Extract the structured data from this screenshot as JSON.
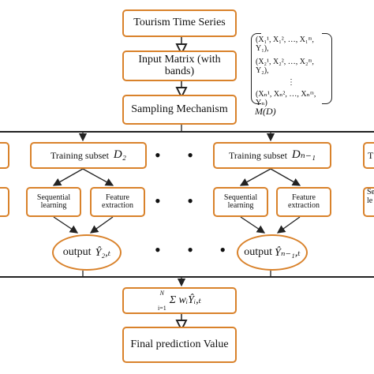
{
  "top": {
    "series": "Tourism Time Series",
    "matrix": "Input Matrix (with bands)",
    "sampling": "Sampling Mechanism"
  },
  "matrix_notation": {
    "rows": [
      "(X₁¹, X₁², …, X₁ᵐ, Y₁),",
      "(X₂¹, X₂², …, X₂ᵐ, Y₂),",
      "⋮",
      "(Xₙ¹, Xₙ², …, Xₙᵐ, Yₙ)"
    ],
    "label": "M(D)"
  },
  "branches": {
    "left_subset": "Training subset",
    "left_subset_symbol": "D₂",
    "right_subset": "Training subset",
    "right_subset_symbol": "Dₙ₋₁",
    "sequential": "Sequential learning",
    "feature": "Feature extraction",
    "left_output": "output",
    "left_output_symbol": "Ŷ₂,ₜ",
    "right_output": "output",
    "right_output_symbol": "Ŷₙ₋₁,ₜ",
    "edge_subset_partial": "T",
    "edge_seq_partial": "Seq",
    "edge_seq_partial2": "le",
    "ellipsis": "• • •"
  },
  "bottom": {
    "sum_formula": "Σ wᵢŶᵢ,ₜ",
    "sum_upper": "N",
    "sum_lower": "i=1",
    "final": "Final prediction Value"
  }
}
